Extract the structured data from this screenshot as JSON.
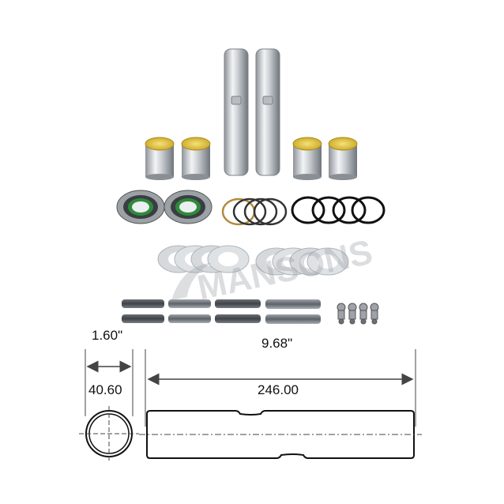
{
  "watermark": {
    "text": "MANSONS"
  },
  "dimensions": {
    "diameter_in": "1.60\"",
    "diameter_mm": "40.60",
    "length_in": "9.68\"",
    "length_mm": "246.00"
  }
}
